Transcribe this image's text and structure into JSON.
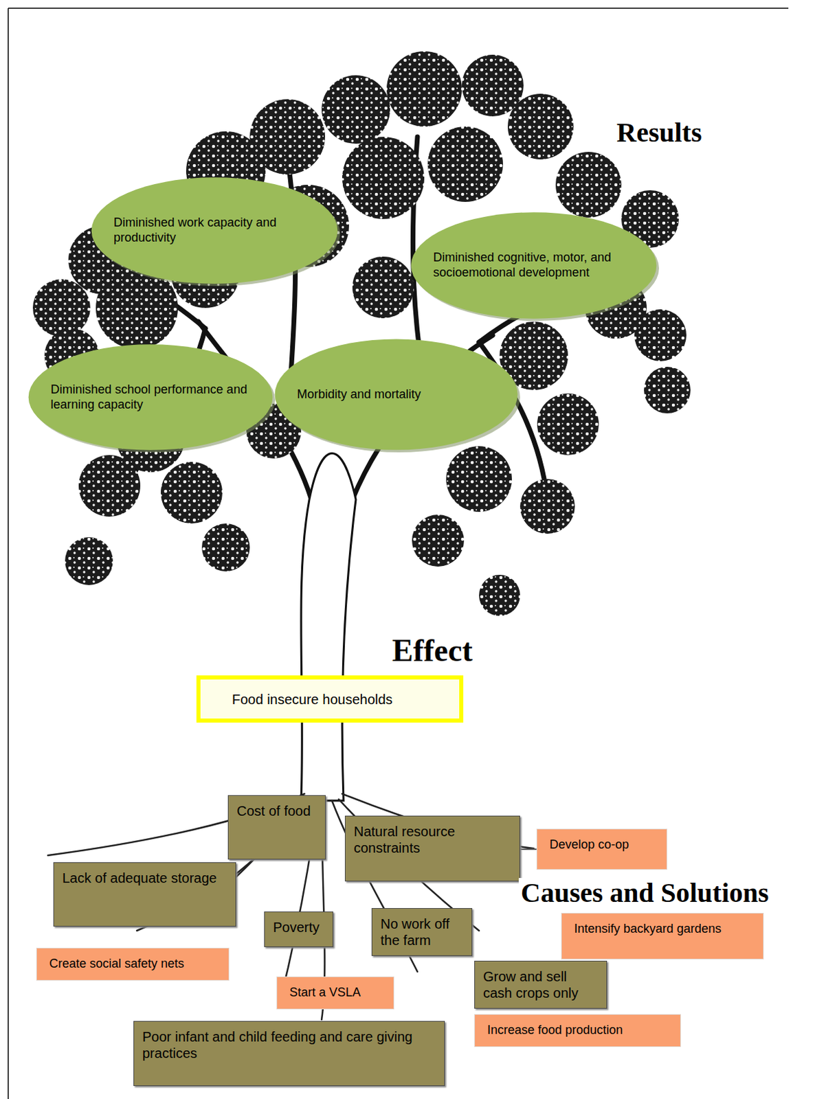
{
  "diagram": {
    "nodes": [
      {
        "text": [
          "Diminished work capacity and productivity"
        ]
      },
      {
        "text": [
          "Diminished cognitive, motor, and socioemotional development"
        ]
      },
      {
        "text": [
          "Diminished school performance and learning capacity"
        ]
      },
      {
        "text": [
          "Morbidity and mortality"
        ]
      },
      {
        "text": [
          "Food insecure households"
        ]
      },
      {
        "text": [
          "Cost of food"
        ]
      },
      {
        "text": [
          "Natural resource constraints"
        ]
      },
      {
        "text": [
          "Develop co-op"
        ]
      },
      {
        "text": [
          "Lack of adequate storage"
        ]
      },
      {
        "text": [
          "Poverty"
        ]
      },
      {
        "text": [
          "No work off the farm"
        ]
      },
      {
        "text": [
          "Intensify backyard gardens"
        ]
      },
      {
        "text": [
          "Create social safety nets"
        ]
      },
      {
        "text": [
          "Grow and sell cash crops only"
        ]
      },
      {
        "text": [
          "Start a VSLA"
        ]
      },
      {
        "text": [
          "Increase food production"
        ]
      },
      {
        "text": [
          "Poor infant and child feeding and care giving practices"
        ]
      }
    ],
    "edges": [
      {
        "from": 6,
        "to": 7,
        "arrow": "none"
      }
    ],
    "labels": [
      "Results",
      "Effect",
      "Causes and Solutions"
    ]
  }
}
